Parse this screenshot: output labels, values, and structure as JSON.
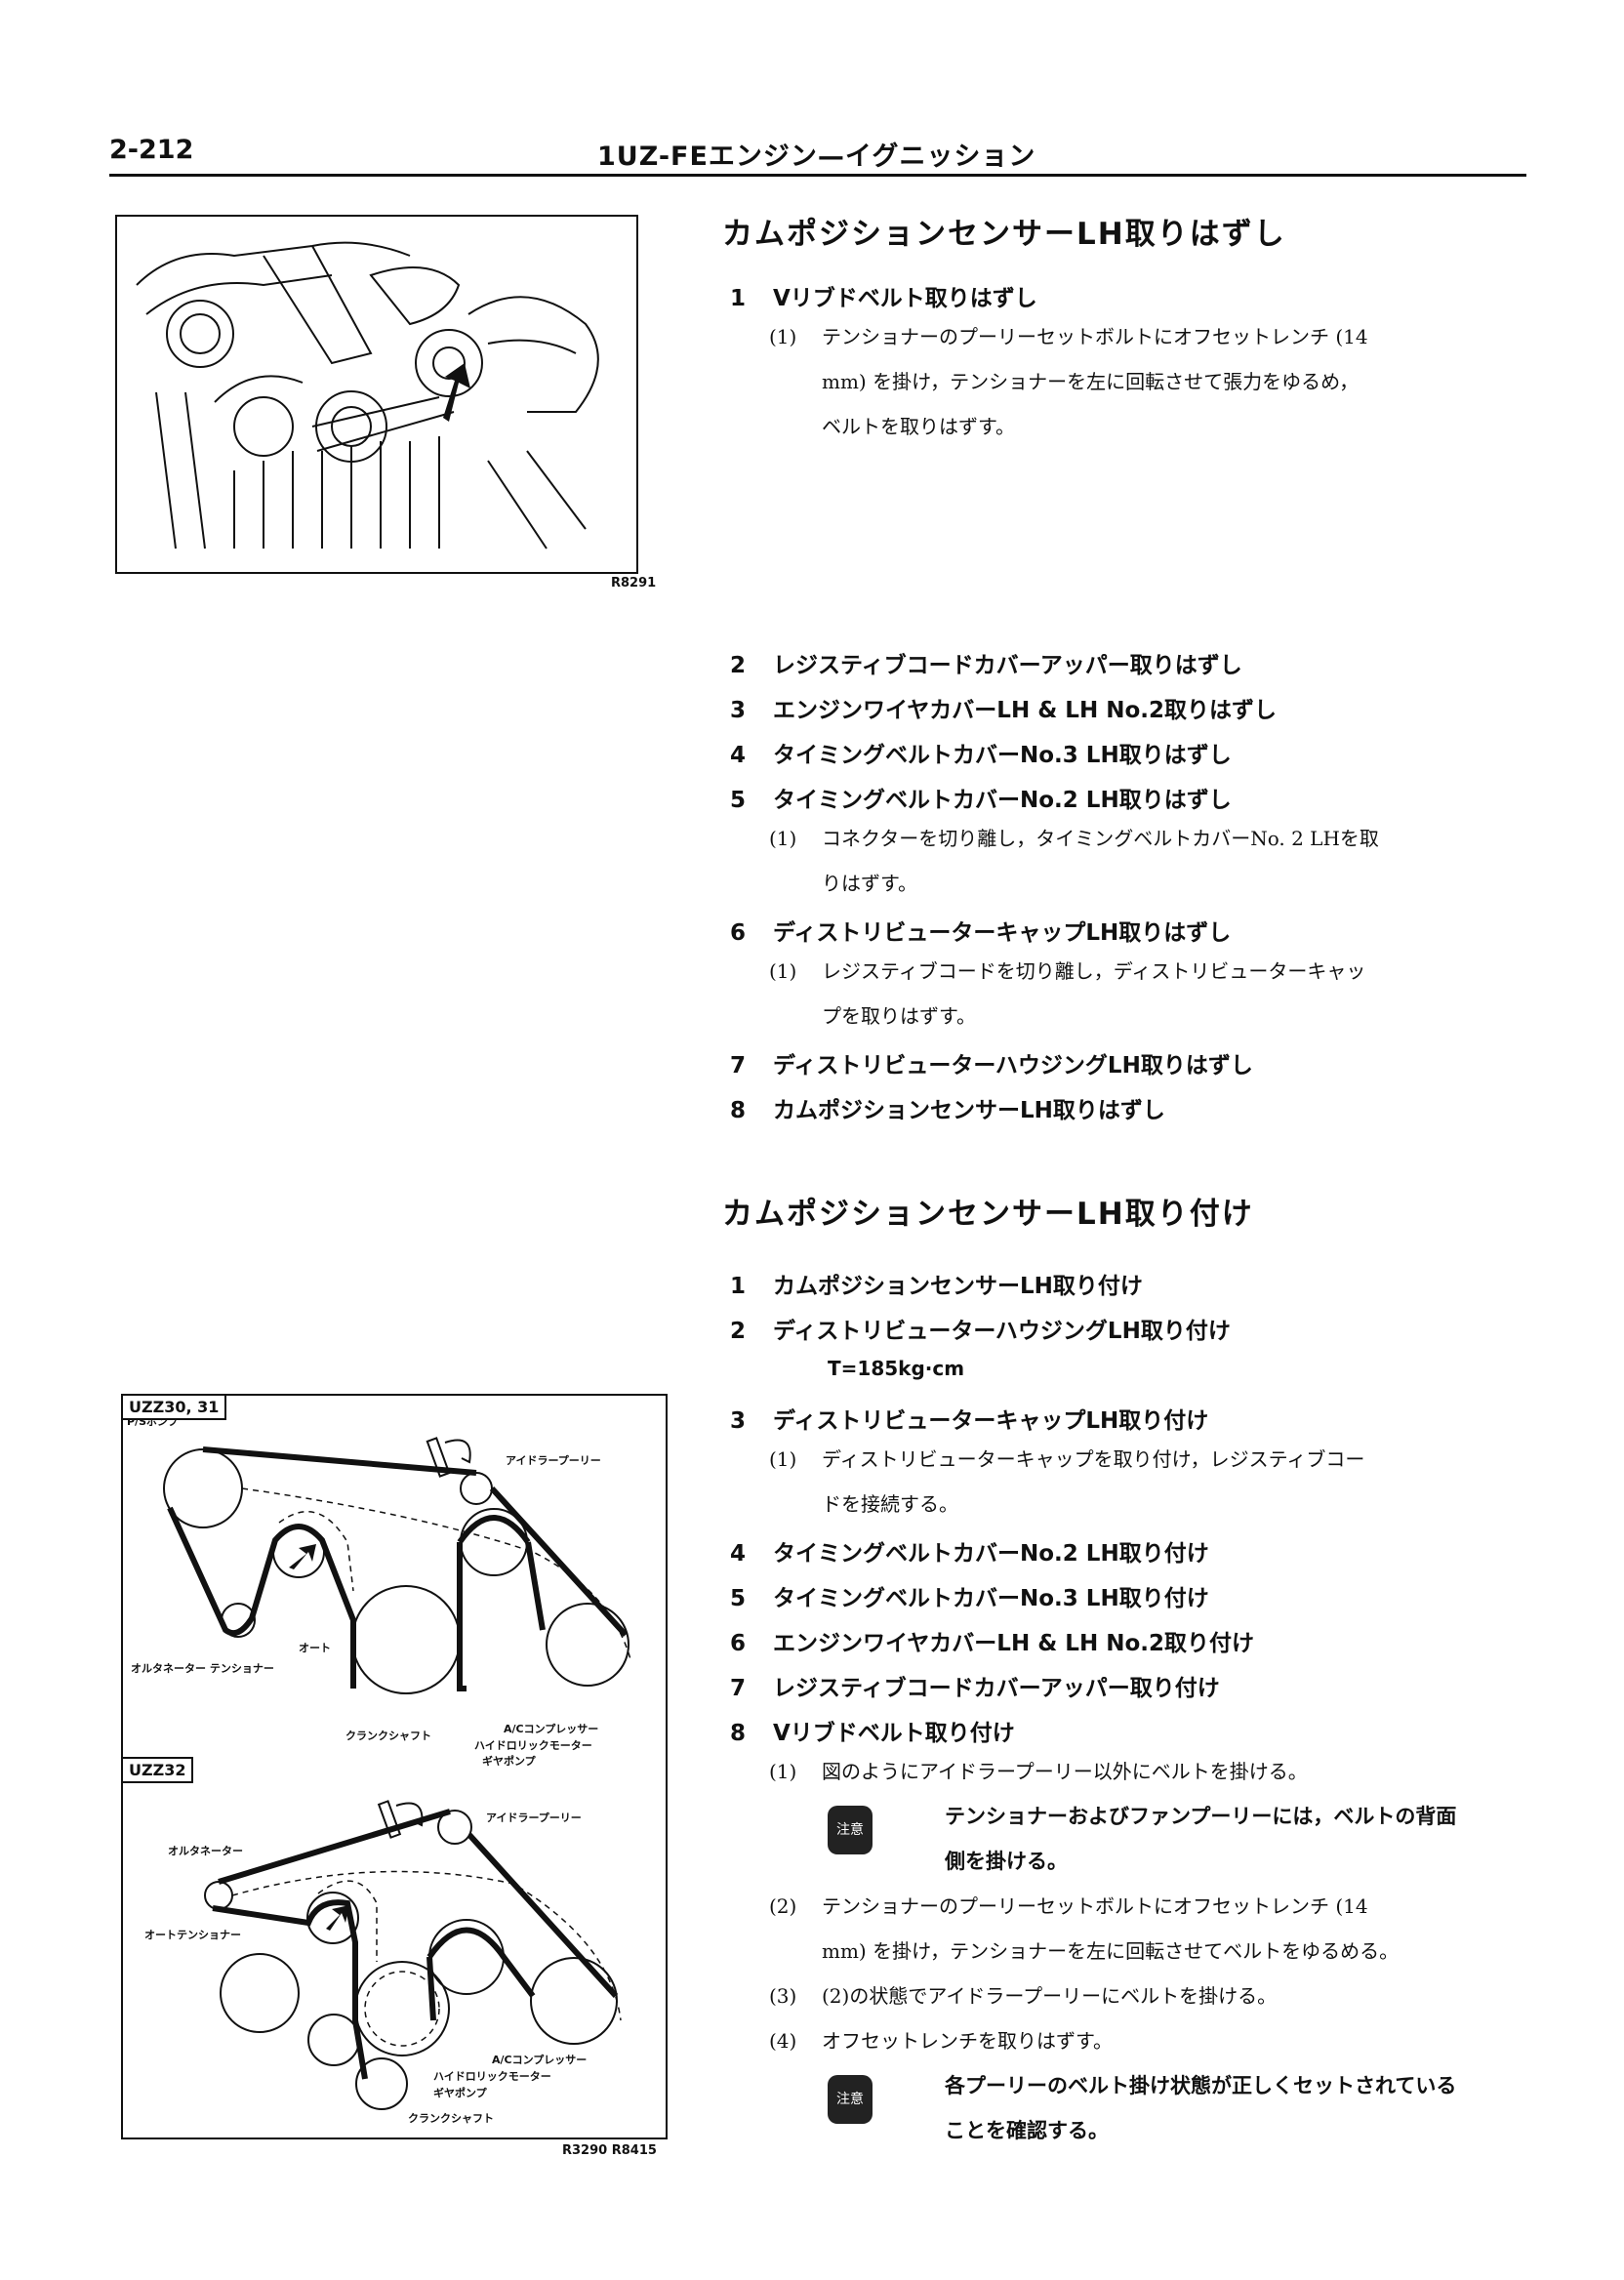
{
  "header": {
    "page_number": "2-212",
    "title": "1UZ-FEエンジン—イグニッション"
  },
  "figure1": {
    "code": "R8291"
  },
  "figure2": {
    "code": "R3290 R8415",
    "model_a": "UZZ30, 31",
    "model_b": "UZZ32",
    "labels_a": {
      "ps_pump": "P/Sポンプ",
      "idler": "アイドラープーリー",
      "auto": "オート",
      "alt_tensioner": "オルタネーター テンショナー",
      "crank": "クランクシャフト",
      "ac_comp": "A/Cコンプレッサー",
      "hydraulic": "ハイドロリックモーター",
      "gear_pump": "ギヤポンプ"
    },
    "labels_b": {
      "idler": "アイドラープーリー",
      "alternator": "オルタネーター",
      "auto_tensioner": "オートテンショナー",
      "ac_comp": "A/Cコンプレッサー",
      "hydraulic": "ハイドロリックモーター",
      "gear_pump": "ギヤポンプ",
      "crank": "クランクシャフト"
    }
  },
  "section1": {
    "title": "カムポジションセンサーLH取りはずし",
    "steps": [
      {
        "num": "1",
        "text": "Vリブドベルト取りはずし"
      },
      {
        "num": "2",
        "text": "レジスティブコードカバーアッパー取りはずし"
      },
      {
        "num": "3",
        "text": "エンジンワイヤカバーLH & LH No.2取りはずし"
      },
      {
        "num": "4",
        "text": "タイミングベルトカバーNo.3 LH取りはずし"
      },
      {
        "num": "5",
        "text": "タイミングベルトカバーNo.2 LH取りはずし"
      },
      {
        "num": "6",
        "text": "ディストリビューターキャップLH取りはずし"
      },
      {
        "num": "7",
        "text": "ディストリビューターハウジングLH取りはずし"
      },
      {
        "num": "8",
        "text": "カムポジションセンサーLH取りはずし"
      }
    ],
    "sub1": {
      "num": "(1)",
      "lines": [
        "テンショナーのプーリーセットボルトにオフセットレンチ (14",
        "mm) を掛け，テンショナーを左に回転させて張力をゆるめ，",
        "ベルトを取りはずす。"
      ]
    },
    "sub5": {
      "num": "(1)",
      "lines": [
        "コネクターを切り離し，タイミングベルトカバーNo. 2 LHを取",
        "りはずす。"
      ]
    },
    "sub6": {
      "num": "(1)",
      "lines": [
        "レジスティブコードを切り離し，ディストリビューターキャッ",
        "プを取りはずす。"
      ]
    }
  },
  "section2": {
    "title": "カムポジションセンサーLH取り付け",
    "steps": [
      {
        "num": "1",
        "text": "カムポジションセンサーLH取り付け"
      },
      {
        "num": "2",
        "text": "ディストリビューターハウジングLH取り付け"
      },
      {
        "num": "3",
        "text": "ディストリビューターキャップLH取り付け"
      },
      {
        "num": "4",
        "text": "タイミングベルトカバーNo.2 LH取り付け"
      },
      {
        "num": "5",
        "text": "タイミングベルトカバーNo.3 LH取り付け"
      },
      {
        "num": "6",
        "text": "エンジンワイヤカバーLH & LH No.2取り付け"
      },
      {
        "num": "7",
        "text": "レジスティブコードカバーアッパー取り付け"
      },
      {
        "num": "8",
        "text": "Vリブドベルト取り付け"
      }
    ],
    "torque": "T=185kg·cm",
    "sub3": {
      "num": "(1)",
      "lines": [
        "ディストリビューターキャップを取り付け，レジスティブコー",
        "ドを接続する。"
      ]
    },
    "sub8_1": {
      "num": "(1)",
      "text": "図のようにアイドラープーリー以外にベルトを掛ける。"
    },
    "caution1": {
      "badge": "注意",
      "lines": [
        "テンショナーおよびファンプーリーには，ベルトの背面",
        "側を掛ける。"
      ]
    },
    "sub8_2": {
      "num": "(2)",
      "lines": [
        "テンショナーのプーリーセットボルトにオフセットレンチ (14",
        "mm) を掛け，テンショナーを左に回転させてベルトをゆるめる。"
      ]
    },
    "sub8_3": {
      "num": "(3)",
      "text": "(2)の状態でアイドラープーリーにベルトを掛ける。"
    },
    "sub8_4": {
      "num": "(4)",
      "text": "オフセットレンチを取りはずす。"
    },
    "caution2": {
      "badge": "注意",
      "lines": [
        "各プーリーのベルト掛け状態が正しくセットされている",
        "ことを確認する。"
      ]
    }
  }
}
